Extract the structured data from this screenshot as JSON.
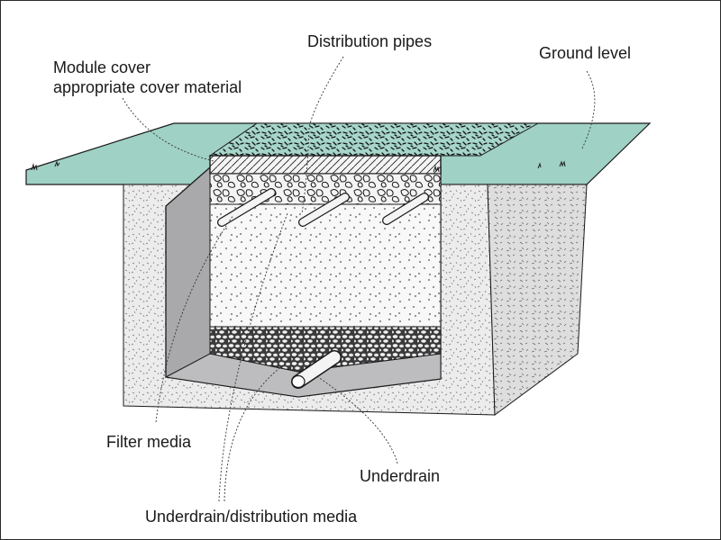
{
  "labels": {
    "distribution_pipes": "Distribution pipes",
    "ground_level": "Ground level",
    "module_cover_line1": "Module cover",
    "module_cover_line2": "appropriate cover material",
    "filter_media": "Filter media",
    "underdrain": "Underdrain",
    "underdrain_distribution_media": "Underdrain/distribution media"
  },
  "colors": {
    "ground": "#9fd1c4",
    "soil": "#e8e8e8",
    "soil_side": "#dcdcdc",
    "liner": "#a9a9ac",
    "sand": "#f7f7f7",
    "gravel": "#6a6a6a",
    "outline": "#1a1a1a"
  }
}
